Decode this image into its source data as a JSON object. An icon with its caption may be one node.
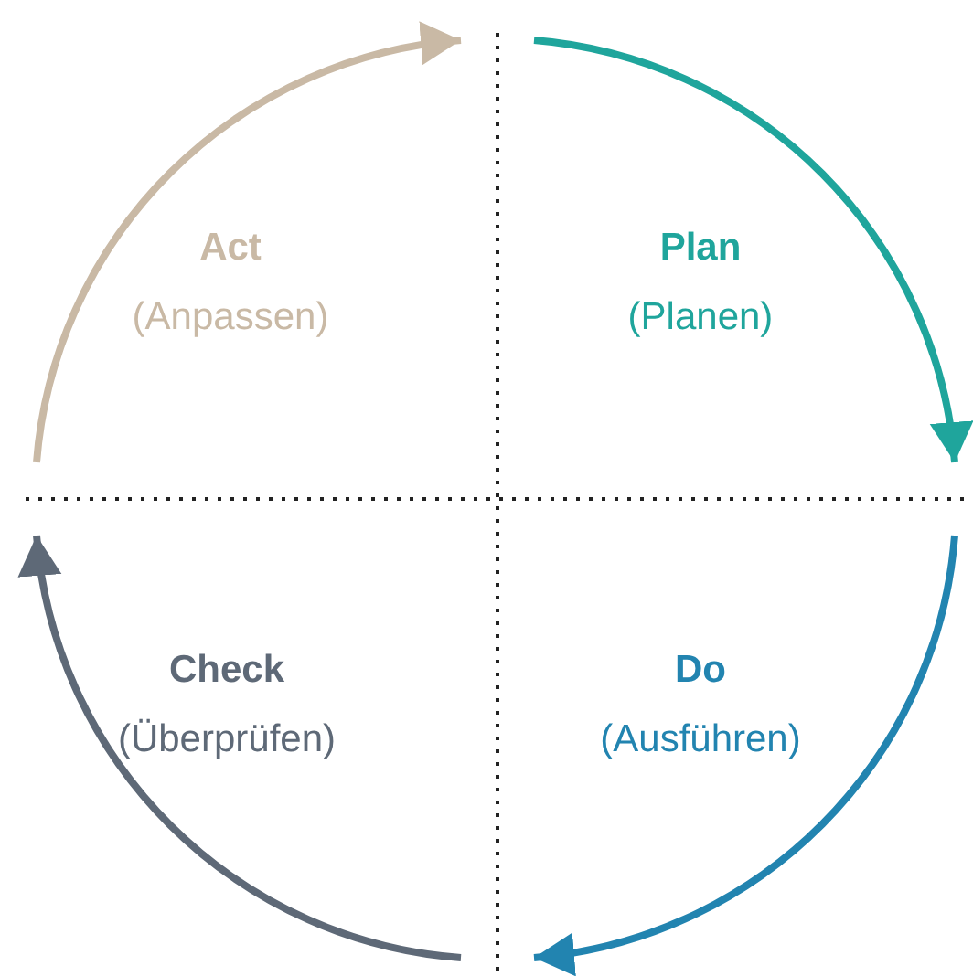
{
  "diagram": {
    "nodes": [
      {
        "text": [
          "Act",
          "(Anpassen)"
        ]
      },
      {
        "text": [
          "Plan",
          "(Planen)"
        ]
      },
      {
        "text": [
          "Check",
          "(Überprüfen)"
        ]
      },
      {
        "text": [
          "Do",
          "(Ausführen)"
        ]
      }
    ]
  }
}
